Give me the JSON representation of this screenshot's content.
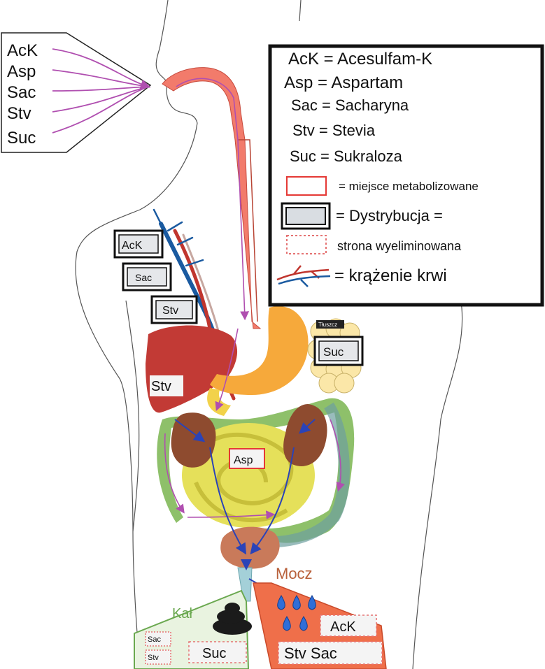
{
  "intake": {
    "items": [
      "AcK",
      "Asp",
      "Sac",
      "Stv",
      "Suc"
    ]
  },
  "legend": {
    "abbreviations": [
      "AcK = Acesulfam-K",
      "Asp = Aspartam",
      "Sac = Sacharyna",
      "Stv = Stevia",
      "Suc = Sukraloza"
    ],
    "metabolized_label": "= miejsce metabolizowane",
    "distribution_label": "= Dystrybucja =",
    "eliminated_label": "strona wyeliminowana",
    "blood_label": "= krążenie krwi",
    "colors": {
      "metabolized": "#e53935",
      "distribution": "#111111",
      "eliminated": "#e57373"
    }
  },
  "distribution": {
    "vessel_tags": [
      "AcK",
      "Sac",
      "Stv"
    ],
    "fat_label": "Tłuszcz",
    "fat_tag": "Suc"
  },
  "metabolism": {
    "liver_tag": "Stv",
    "gut_tag": "Asp"
  },
  "elimination": {
    "feces_title": "Kał",
    "feces_tags": [
      "Sac",
      "Stv",
      "Suc"
    ],
    "urine_title": "Mocz",
    "urine_tags": [
      "AcK",
      "Stv Sac"
    ],
    "feces_color": "#6aa84f",
    "urine_color": "#ef6f4a"
  },
  "icons": [
    "droplet-icon",
    "stool-icon",
    "blood-vessel-icon"
  ]
}
